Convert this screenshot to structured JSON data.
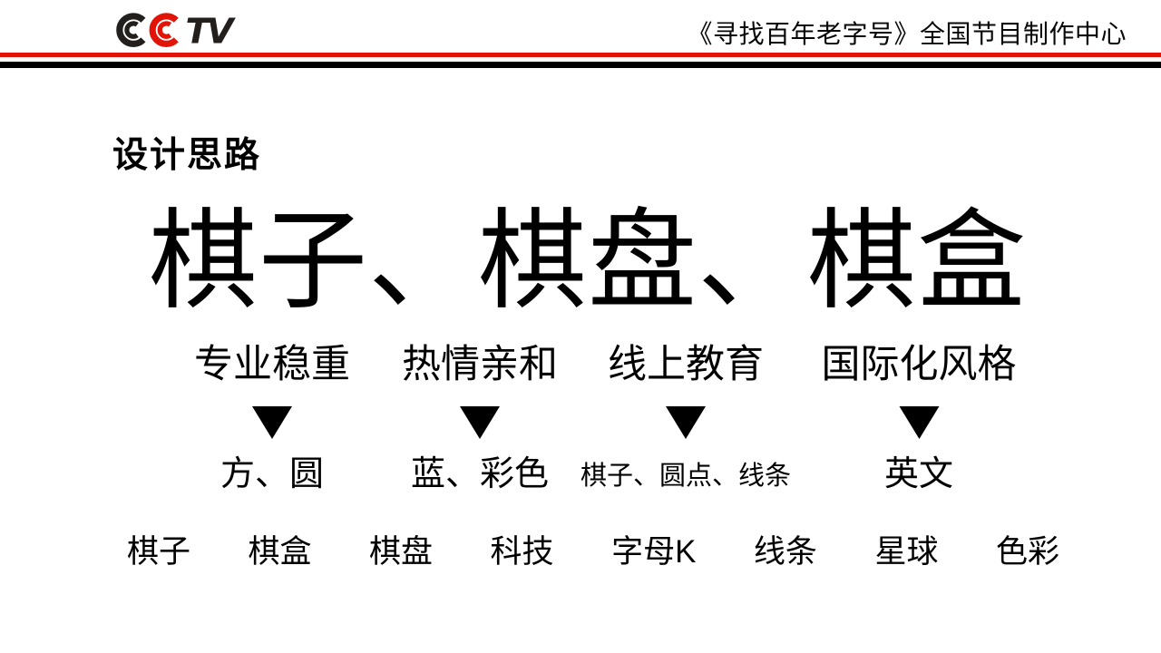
{
  "header": {
    "logo": {
      "name": "CCTV",
      "tv_text": "TV",
      "black_color": "#231f1d",
      "red_color": "#e21408"
    },
    "program_title": "《寻找百年老字号》全国节目制作中心",
    "rule_red_color": "#e21408",
    "rule_black_color": "#000000"
  },
  "section_title": "设计思路",
  "main_title": "棋子、棋盘、棋盒",
  "columns": [
    {
      "label": "专业稳重",
      "value": "方、圆"
    },
    {
      "label": "热情亲和",
      "value": "蓝、彩色"
    },
    {
      "label": "线上教育",
      "value": "棋子、圆点、线条"
    },
    {
      "label": "国际化风格",
      "value": "英文"
    }
  ],
  "keywords": [
    "棋子",
    "棋盒",
    "棋盘",
    "科技",
    "字母K",
    "线条",
    "星球",
    "色彩"
  ]
}
